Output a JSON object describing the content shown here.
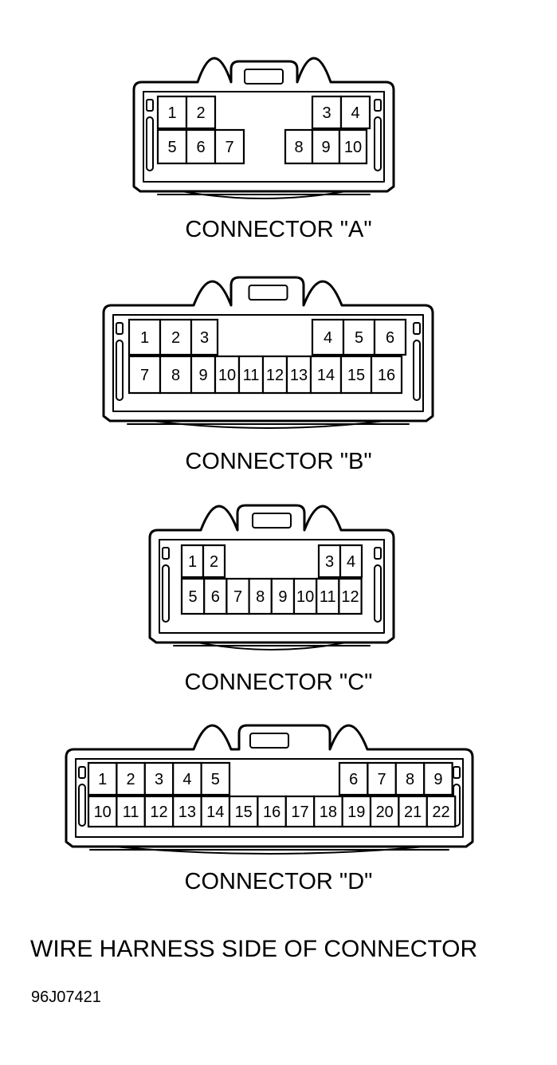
{
  "connectors": [
    {
      "id": "A",
      "label": "CONNECTOR \"A\"",
      "pins": [
        "1",
        "2",
        "3",
        "4",
        "5",
        "6",
        "7",
        "8",
        "9",
        "10"
      ]
    },
    {
      "id": "B",
      "label": "CONNECTOR \"B\"",
      "pins": [
        "1",
        "2",
        "3",
        "4",
        "5",
        "6",
        "7",
        "8",
        "9",
        "10",
        "11",
        "12",
        "13",
        "14",
        "15",
        "16"
      ]
    },
    {
      "id": "C",
      "label": "CONNECTOR \"C\"",
      "pins": [
        "1",
        "2",
        "3",
        "4",
        "5",
        "6",
        "7",
        "8",
        "9",
        "10",
        "11",
        "12"
      ]
    },
    {
      "id": "D",
      "label": "CONNECTOR \"D\"",
      "pins": [
        "1",
        "2",
        "3",
        "4",
        "5",
        "6",
        "7",
        "8",
        "9",
        "10",
        "11",
        "12",
        "13",
        "14",
        "15",
        "16",
        "17",
        "18",
        "19",
        "20",
        "21",
        "22"
      ]
    }
  ],
  "footer": {
    "title": "WIRE HARNESS SIDE OF CONNECTOR",
    "ref_code": "96J07421"
  }
}
